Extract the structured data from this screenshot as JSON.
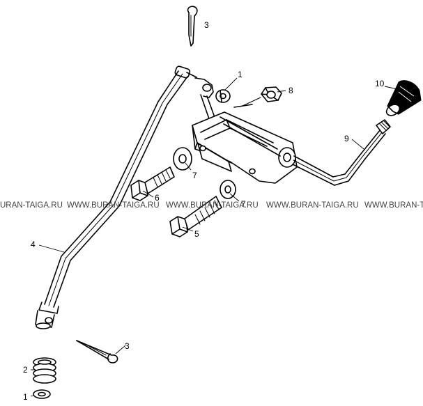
{
  "callouts": [
    "1",
    "3",
    "8",
    "10",
    "9",
    "7",
    "6",
    "7",
    "5",
    "4",
    "3",
    "2",
    "1"
  ],
  "watermark": [
    "URAN-TAIGA.RU",
    "WWW.BURAN-TAIGA.RU",
    "WWW.BURAN-TAIGA.RU",
    "WWW.BURAN-TAIGA.RU",
    "WWW.BURAN-T"
  ]
}
